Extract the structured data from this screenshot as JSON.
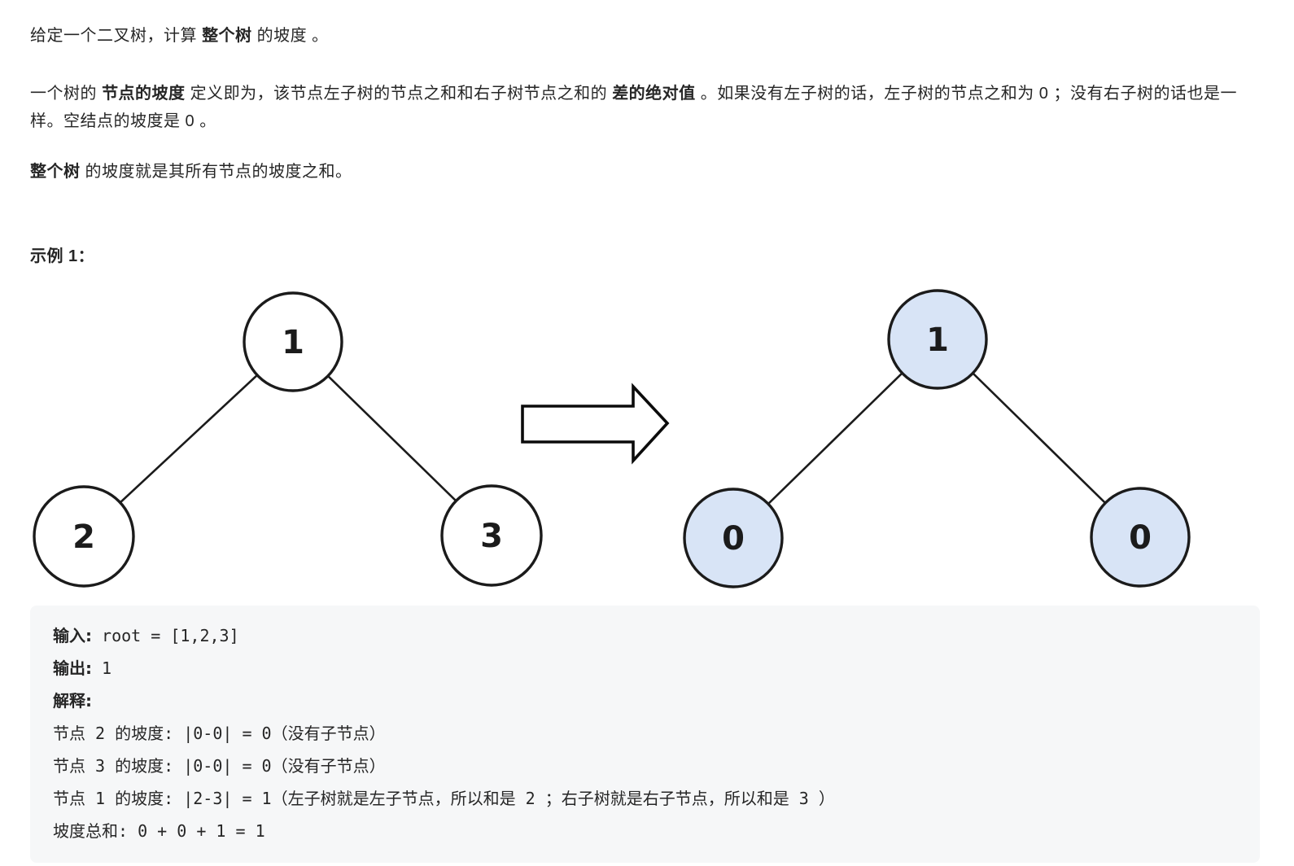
{
  "colors": {
    "page_background": "#ffffff",
    "text": "#262626",
    "diagram_stroke": "#1b1b1b",
    "input_node_fill": "#ffffff",
    "output_node_fill": "#d8e4f6",
    "example_block_background": "#f6f7f8"
  },
  "problem": {
    "intro": {
      "part1": "给定一个二叉树，计算 ",
      "bold1": "整个树",
      "part2": " 的坡度 。"
    },
    "definition": {
      "part1": "一个树的 ",
      "bold1": "节点的坡度",
      "part2": " 定义即为，该节点左子树的节点之和和右子树节点之和的 ",
      "bold2": "差的绝对值",
      "part3": " 。如果没有左子树的话，左子树的节点之和为 0 ；没有右子树的话也是一样。空结点的坡度是 0 。"
    },
    "total": {
      "bold1": "整个树",
      "part1": " 的坡度就是其所有节点的坡度之和。"
    },
    "example_heading": "示例 1："
  },
  "diagram": {
    "arrow_icon": "right-arrow",
    "input_tree": {
      "root": "1",
      "left_child": "2",
      "right_child": "3",
      "node_fill": "#ffffff"
    },
    "output_tree": {
      "root": "1",
      "left_child": "0",
      "right_child": "0",
      "node_fill": "#d8e4f6"
    }
  },
  "example_block": {
    "rows": [
      {
        "label": "输入:",
        "text": " root = [1,2,3]"
      },
      {
        "label": "输出:",
        "text": " 1"
      },
      {
        "label": "解释:",
        "text": ""
      },
      {
        "label": "",
        "text": "节点 2 的坡度: |0-0| = 0（没有子节点）"
      },
      {
        "label": "",
        "text": "节点 3 的坡度: |0-0| = 0（没有子节点）"
      },
      {
        "label": "",
        "text": "节点 1 的坡度: |2-3| = 1（左子树就是左子节点，所以和是 2 ；右子树就是右子节点，所以和是 3 ）"
      },
      {
        "label": "",
        "text": "坡度总和: 0 + 0 + 1 = 1"
      }
    ]
  }
}
